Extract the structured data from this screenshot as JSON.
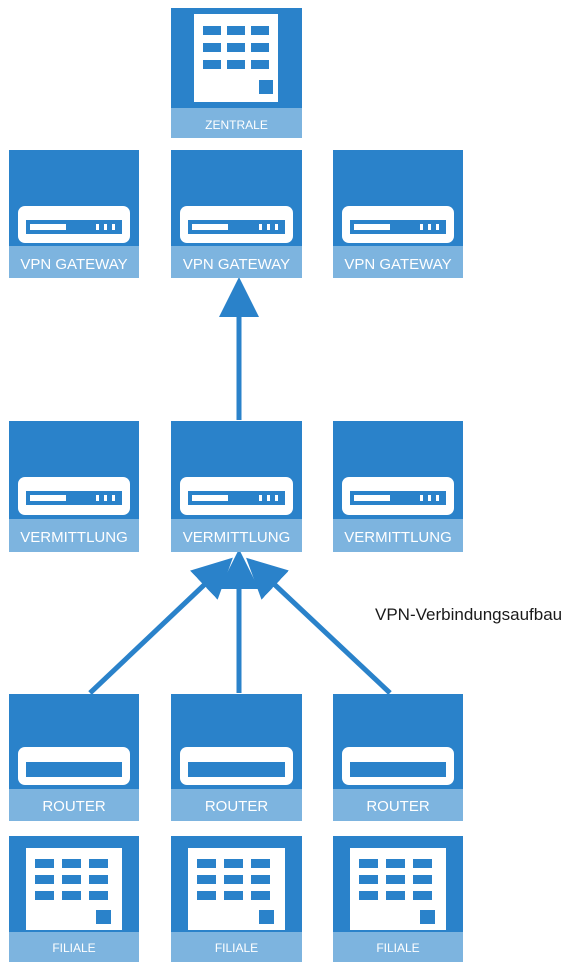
{
  "colors": {
    "tile": "#2a82ca",
    "label_band": "#7db4df",
    "arrow": "#2a82ca",
    "icon_fill": "#ffffff"
  },
  "icons": {
    "building": "building-icon",
    "gateway_device": "vpn-gateway-device-icon",
    "router_device": "router-device-icon"
  },
  "annotation": "VPN-Verbindungsaufbau",
  "nodes": {
    "zentrale": {
      "label": "ZENTRALE"
    },
    "vpn_gateways": [
      {
        "label": "VPN GATEWAY"
      },
      {
        "label": "VPN GATEWAY"
      },
      {
        "label": "VPN GATEWAY"
      }
    ],
    "vermittlungen": [
      {
        "label": "VERMITTLUNG"
      },
      {
        "label": "VERMITTLUNG"
      },
      {
        "label": "VERMITTLUNG"
      }
    ],
    "routers": [
      {
        "label": "ROUTER"
      },
      {
        "label": "ROUTER"
      },
      {
        "label": "ROUTER"
      }
    ],
    "filialen": [
      {
        "label": "FILIALE"
      },
      {
        "label": "FILIALE"
      },
      {
        "label": "FILIALE"
      }
    ]
  },
  "connections": [
    {
      "from": "vermittlungen.1",
      "to": "vpn_gateways.1"
    },
    {
      "from": "routers.0",
      "to": "vermittlungen.1"
    },
    {
      "from": "routers.1",
      "to": "vermittlungen.1"
    },
    {
      "from": "routers.2",
      "to": "vermittlungen.1"
    }
  ]
}
